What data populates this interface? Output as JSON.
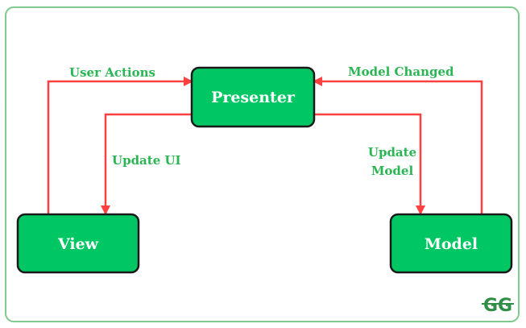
{
  "colors": {
    "frame": "#7fc98f",
    "node_fill": "#00c763",
    "node_stroke": "#1a1a1a",
    "node_text": "#ffffff",
    "arrow": "#ff4040",
    "label": "#2bb553",
    "logo": "#2f8d46"
  },
  "nodes": {
    "presenter": "Presenter",
    "view": "View",
    "model": "Model"
  },
  "edges": {
    "user_actions": "User Actions",
    "model_changed": "Model Changed",
    "update_ui": "Update UI",
    "update_model_line1": "Update",
    "update_model_line2": "Model"
  },
  "logo": {
    "text": "GG"
  }
}
